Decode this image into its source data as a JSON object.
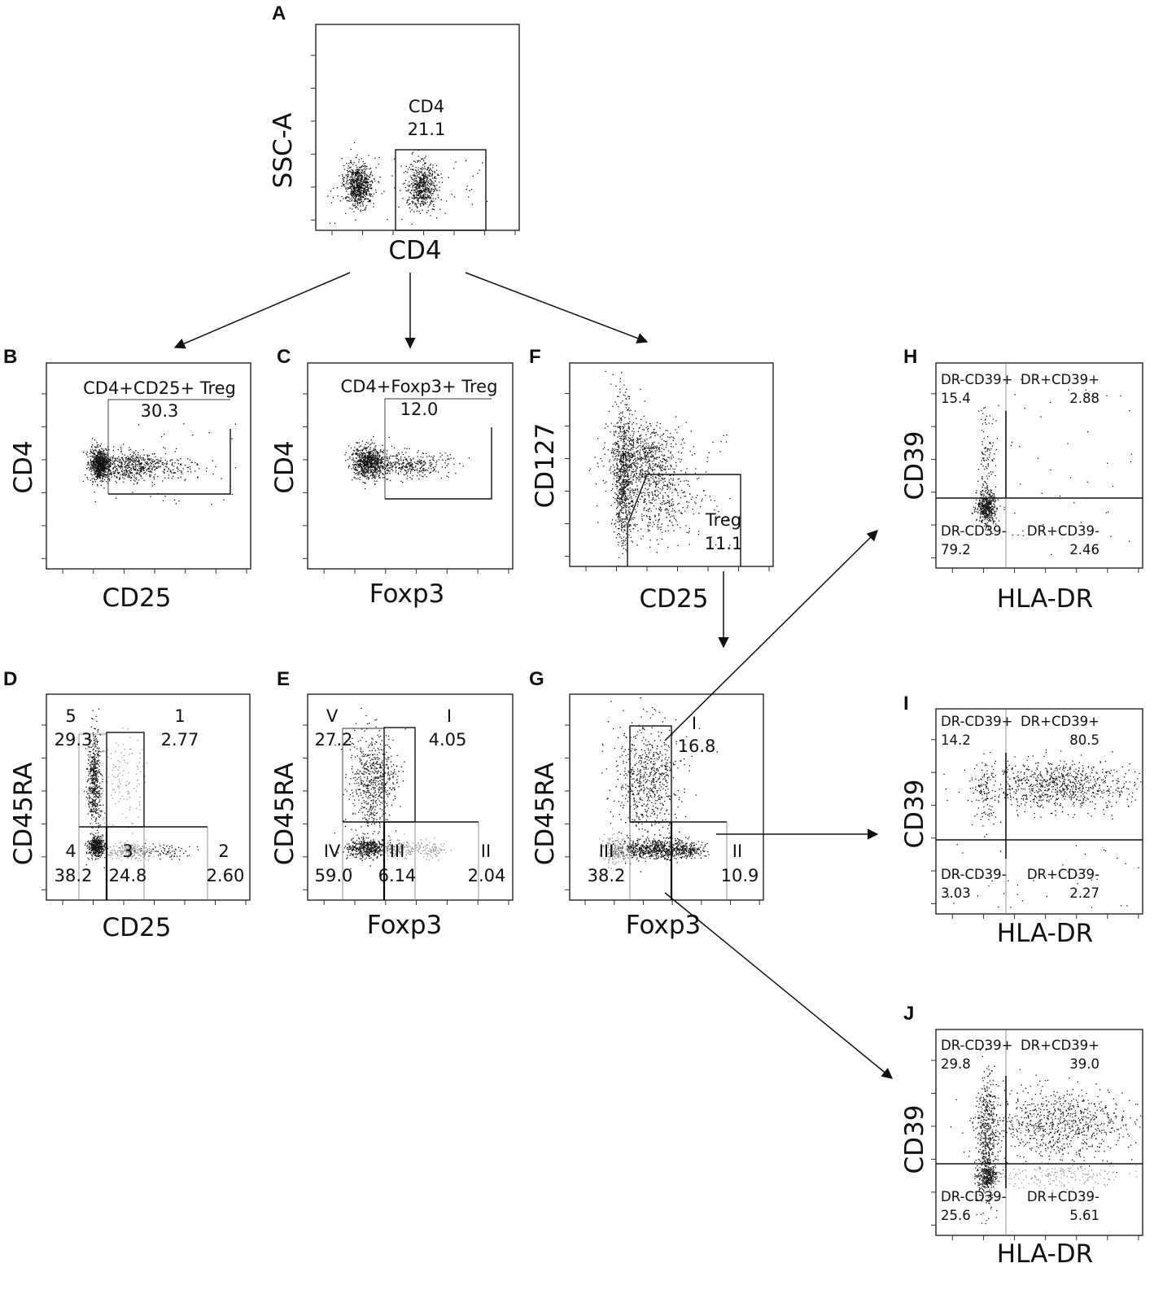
{
  "chart_data": [
    {
      "panel": "A",
      "type": "scatter",
      "xlabel": "CD4",
      "ylabel": "SSC-A",
      "gates": [
        {
          "name": "CD4",
          "value": "21.1"
        }
      ]
    },
    {
      "panel": "B",
      "type": "scatter",
      "xlabel": "CD25",
      "ylabel": "CD4",
      "gates": [
        {
          "name": "CD4+CD25+ Treg",
          "value": "30.3"
        }
      ]
    },
    {
      "panel": "C",
      "type": "scatter",
      "xlabel": "Foxp3",
      "ylabel": "CD4",
      "gates": [
        {
          "name": "CD4+Foxp3+ Treg",
          "value": "12.0"
        }
      ]
    },
    {
      "panel": "F",
      "type": "scatter",
      "xlabel": "CD25",
      "ylabel": "CD127",
      "gates": [
        {
          "name": "Treg",
          "value": "11.1"
        }
      ]
    },
    {
      "panel": "D",
      "type": "scatter",
      "xlabel": "CD25",
      "ylabel": "CD45RA",
      "gates": [
        {
          "name": "5",
          "value": "29.3"
        },
        {
          "name": "1",
          "value": "2.77"
        },
        {
          "name": "4",
          "value": "38.2"
        },
        {
          "name": "3",
          "value": "24.8"
        },
        {
          "name": "2",
          "value": "2.60"
        }
      ]
    },
    {
      "panel": "E",
      "type": "scatter",
      "xlabel": "Foxp3",
      "ylabel": "CD45RA",
      "gates": [
        {
          "name": "V",
          "value": "27.2"
        },
        {
          "name": "I",
          "value": "4.05"
        },
        {
          "name": "IV",
          "value": "59.0"
        },
        {
          "name": "III",
          "value": "6.14"
        },
        {
          "name": "II",
          "value": "2.04"
        }
      ]
    },
    {
      "panel": "G",
      "type": "scatter",
      "xlabel": "Foxp3",
      "ylabel": "CD45RA",
      "gates": [
        {
          "name": "I",
          "value": "16.8"
        },
        {
          "name": "III",
          "value": "38.2"
        },
        {
          "name": "II",
          "value": "10.9"
        }
      ]
    },
    {
      "panel": "H",
      "type": "scatter",
      "xlabel": "HLA-DR",
      "ylabel": "CD39",
      "gates": [
        {
          "name": "DR-CD39+",
          "value": "15.4"
        },
        {
          "name": "DR+CD39+",
          "value": "2.88"
        },
        {
          "name": "DR-CD39-",
          "value": "79.2"
        },
        {
          "name": "DR+CD39-",
          "value": "2.46"
        }
      ]
    },
    {
      "panel": "I",
      "type": "scatter",
      "xlabel": "HLA-DR",
      "ylabel": "CD39",
      "gates": [
        {
          "name": "DR-CD39+",
          "value": "14.2"
        },
        {
          "name": "DR+CD39+",
          "value": "80.5"
        },
        {
          "name": "DR-CD39-",
          "value": "3.03"
        },
        {
          "name": "DR+CD39-",
          "value": "2.27"
        }
      ]
    },
    {
      "panel": "J",
      "type": "scatter",
      "xlabel": "HLA-DR",
      "ylabel": "CD39",
      "gates": [
        {
          "name": "DR-CD39+",
          "value": "29.8"
        },
        {
          "name": "DR+CD39+",
          "value": "39.0"
        },
        {
          "name": "DR-CD39-",
          "value": "25.6"
        },
        {
          "name": "DR+CD39-",
          "value": "5.61"
        }
      ]
    }
  ]
}
